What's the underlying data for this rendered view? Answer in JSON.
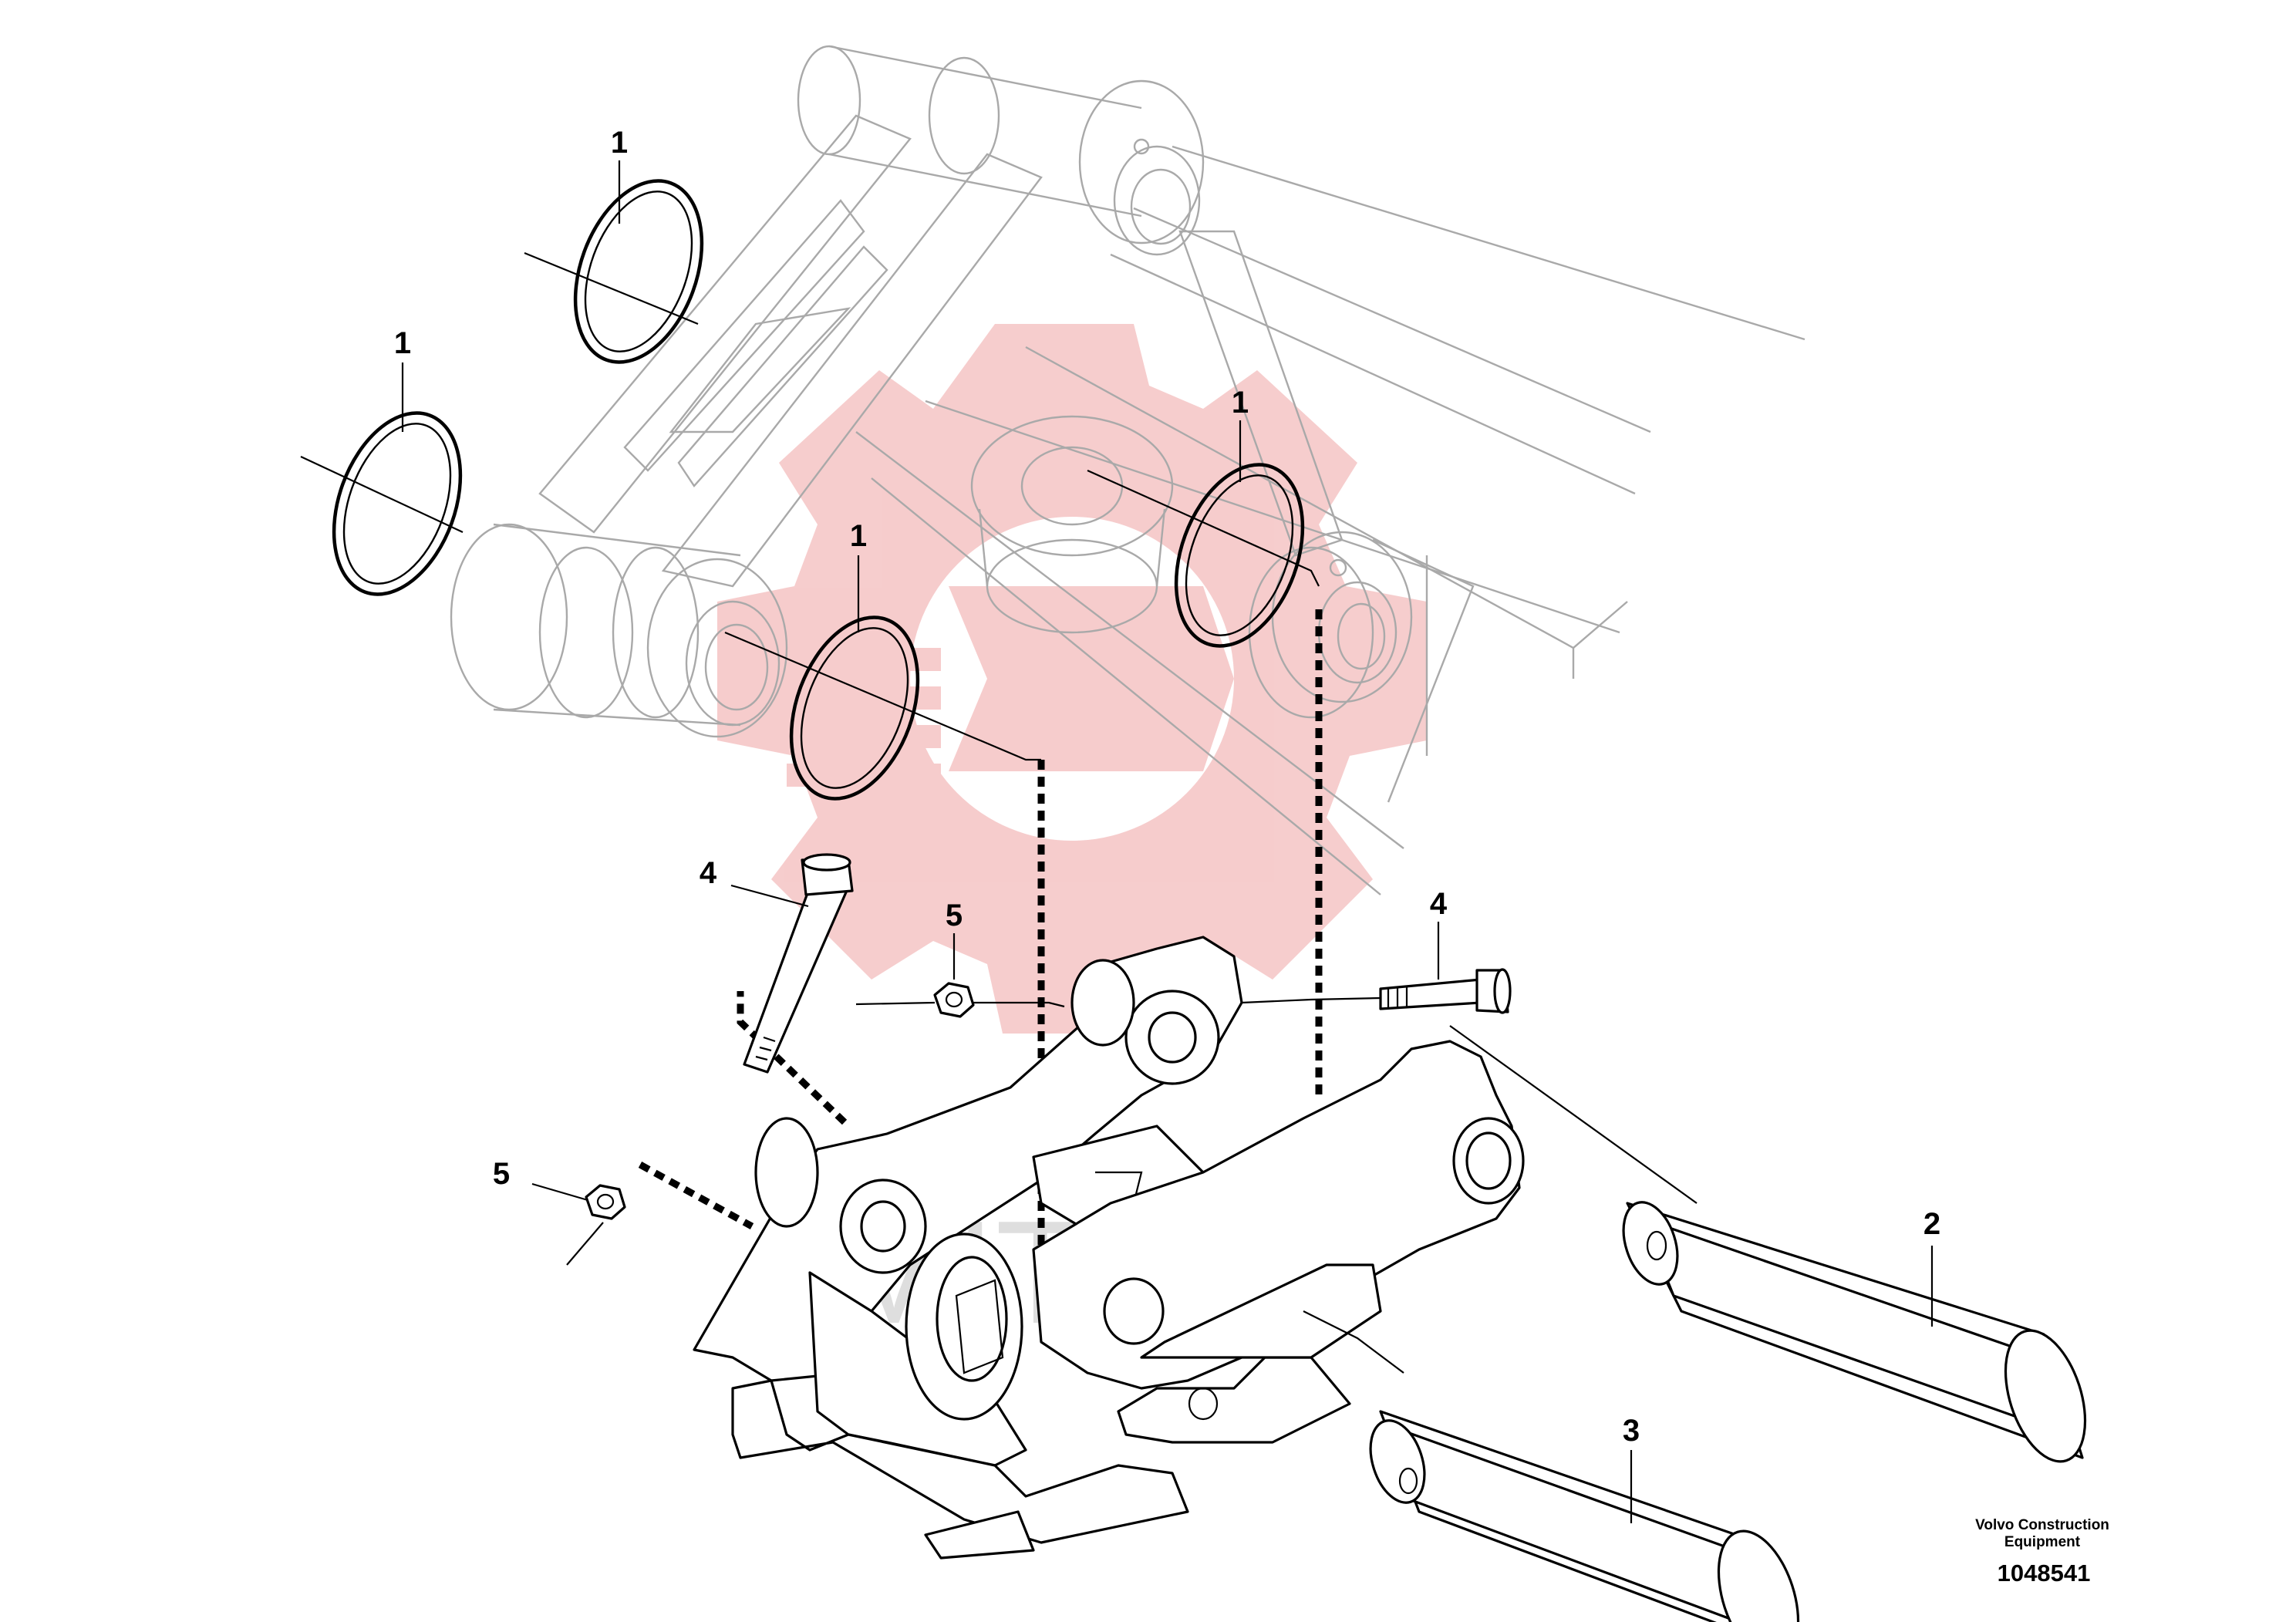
{
  "figure": {
    "manufacturer_line1": "Volvo Construction",
    "manufacturer_line2": "Equipment",
    "part_number": "1048541",
    "watermark_text": "MITEX",
    "watermark_color": "#f5c4c4"
  },
  "callouts": [
    "1",
    "1",
    "1",
    "1",
    "2",
    "3",
    "4",
    "4",
    "5",
    "5"
  ],
  "parts": [
    {
      "id": "1",
      "name": "O-ring seal (x4)"
    },
    {
      "id": "2",
      "name": "Pin"
    },
    {
      "id": "3",
      "name": "Pin"
    },
    {
      "id": "4",
      "name": "Bolt (x2)"
    },
    {
      "id": "5",
      "name": "Lock nut (x2)"
    }
  ]
}
